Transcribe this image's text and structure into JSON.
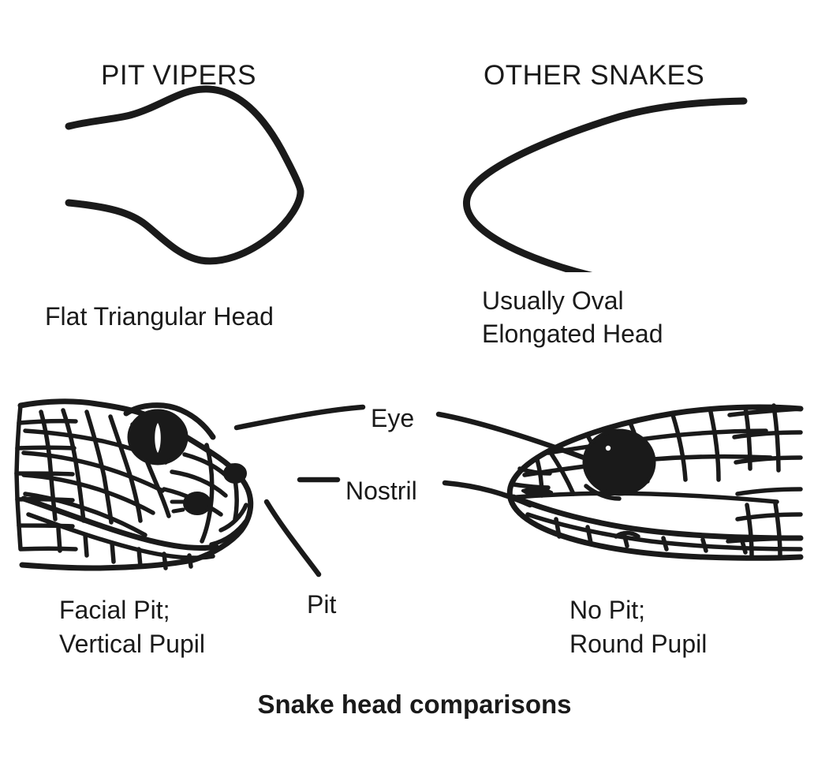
{
  "figure": {
    "title": "Snake head comparisons",
    "background_color": "#ffffff",
    "ink_color": "#1a1a1a"
  },
  "columns": {
    "left": {
      "header": "PIT VIPERS",
      "shape_caption": "Flat Triangular Head",
      "feature_caption": "Facial Pit;\nVertical Pupil",
      "shape_name": "triangular-head-outline",
      "pupil": "vertical-slit"
    },
    "right": {
      "header": "OTHER SNAKES",
      "shape_caption": "Usually Oval\nElongated Head",
      "feature_caption": "No Pit;\nRound Pupil",
      "shape_name": "oval-head-outline",
      "pupil": "round"
    }
  },
  "callouts": [
    {
      "label": "Eye",
      "name": "eye"
    },
    {
      "label": "Nostril",
      "name": "nostril"
    },
    {
      "label": "Pit",
      "name": "pit"
    }
  ]
}
